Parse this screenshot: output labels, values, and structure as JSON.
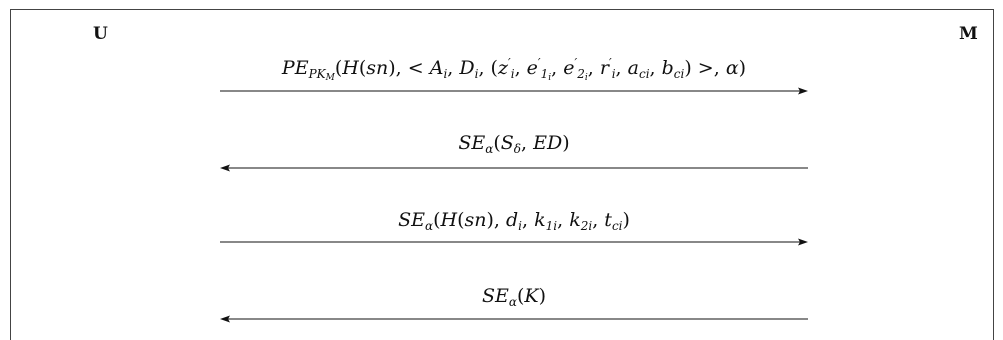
{
  "participants": {
    "left": "U",
    "right": "M"
  },
  "messages": [
    {
      "direction": "right",
      "label": "PE_{PK_M}(H(sn), < A_i, D_i, (z'_i, e'_{1_i}, e'_{2_i}, r'_i, a_{ci}, b_{ci}) >, α)"
    },
    {
      "direction": "left",
      "label": "SE_α(S_δ, ED)"
    },
    {
      "direction": "right",
      "label": "SE_α(H(sn), d_i, k_{1i}, k_{2i}, t_{ci})"
    },
    {
      "direction": "left",
      "label": "SE_α(K)"
    }
  ]
}
